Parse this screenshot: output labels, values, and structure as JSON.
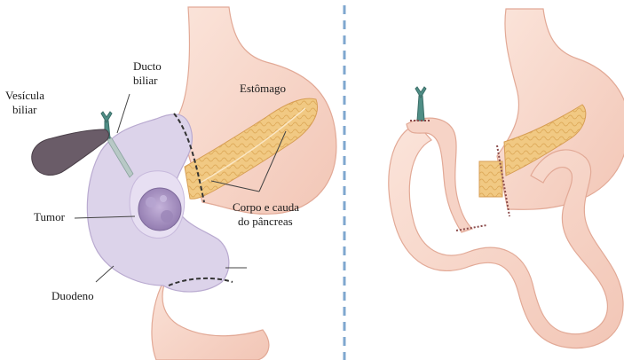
{
  "panels": {
    "before": {
      "labels": {
        "gallbladder_line1": "Vesícula",
        "gallbladder_line2": "biliar",
        "bile_duct_line1": "Ducto",
        "bile_duct_line2": "biliar",
        "stomach": "Estômago",
        "tumor": "Tumor",
        "pancreas_line1": "Corpo e cauda",
        "pancreas_line2": "do pâncreas",
        "duodenum": "Duodeno"
      }
    }
  },
  "colors": {
    "tissue_pink": "#f7d7cb",
    "tissue_edge": "#e2a996",
    "duodenum_lavender": "#dcd3ea",
    "tumor_purple": "#a58fbf",
    "pancreas_yellow": "#f1c983",
    "gallbladder": "#6a5c68",
    "duct_teal": "#4f8e86",
    "divider_blue": "#7fa7cf"
  }
}
